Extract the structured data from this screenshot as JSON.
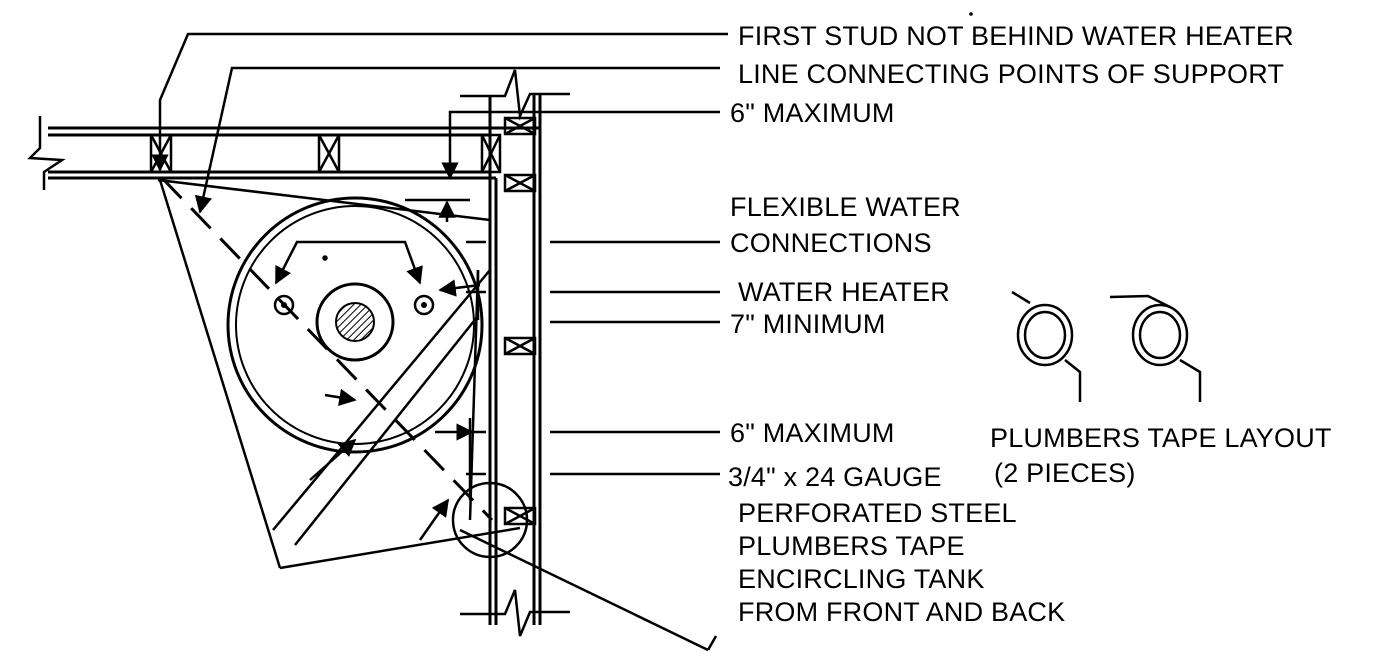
{
  "labels": {
    "first_stud": "FIRST STUD NOT BEHIND WATER HEATER",
    "line_connecting": "LINE CONNECTING POINTS OF SUPPORT",
    "max_6_top": "6\" MAXIMUM",
    "flexible_1": "FLEXIBLE WATER",
    "flexible_2": "CONNECTIONS",
    "water_heater": "WATER HEATER",
    "min_7": "7\" MINIMUM",
    "max_6_bottom": "6\" MAXIMUM",
    "tape_1": "3/4\" x 24 GAUGE",
    "tape_2": "PERFORATED STEEL",
    "tape_3": "PLUMBERS TAPE",
    "tape_4": "ENCIRCLING TANK",
    "tape_5": "FROM FRONT AND BACK",
    "layout_1": "PLUMBERS TAPE LAYOUT",
    "layout_2": "(2 PIECES)"
  },
  "colors": {
    "ink": "#000000",
    "paper": "#ffffff",
    "gas_fill": "#555555"
  }
}
